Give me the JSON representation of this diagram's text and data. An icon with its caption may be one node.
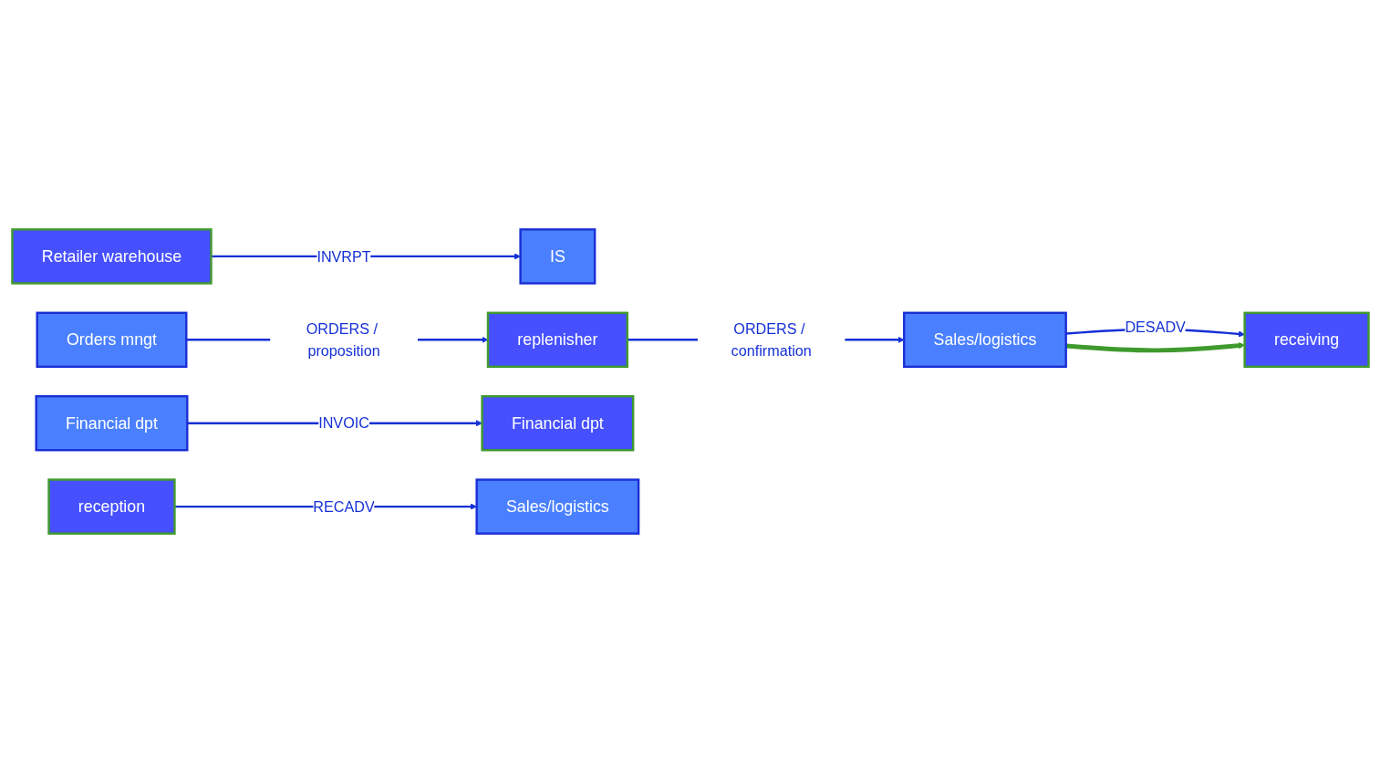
{
  "diagram": {
    "nodes": [
      {
        "text": [
          "IS"
        ]
      },
      {
        "text": [
          "Retailer warehouse"
        ]
      },
      {
        "text": [
          "Orders mngt"
        ]
      },
      {
        "text": [
          "replenisher"
        ]
      },
      {
        "text": [
          "Sales/logistics"
        ]
      },
      {
        "text": [
          "receiving"
        ]
      },
      {
        "text": [
          "Financial dpt"
        ]
      },
      {
        "text": [
          "Financial dpt"
        ]
      },
      {
        "text": [
          "Sales/logistics"
        ]
      },
      {
        "text": [
          "reception"
        ]
      }
    ],
    "edges": [
      {
        "from": 1,
        "to": 0,
        "arrow": "to",
        "label": "INVRPT"
      },
      {
        "from": 2,
        "to": 3,
        "arrow": "to",
        "label": "ORDERS / proposition"
      },
      {
        "from": 3,
        "to": 4,
        "arrow": "to",
        "label": "ORDERS / confirmation"
      },
      {
        "from": 4,
        "to": 5,
        "arrow": "to",
        "label": "DESADV"
      },
      {
        "from": 4,
        "to": 5,
        "arrow": "to",
        "style": "thick",
        "color": "#3f9a2e"
      },
      {
        "from": 6,
        "to": 7,
        "arrow": "to",
        "label": "INVOIC"
      },
      {
        "from": 9,
        "to": 8,
        "arrow": "to",
        "label": "RECADV"
      }
    ]
  }
}
